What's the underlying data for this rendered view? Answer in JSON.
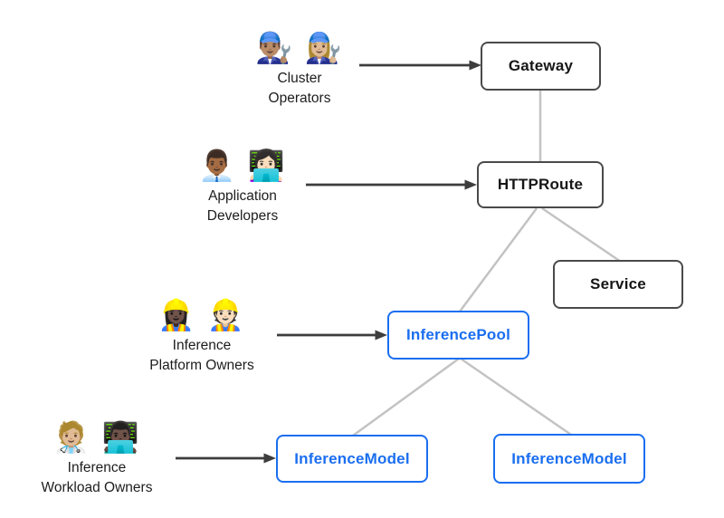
{
  "personas": [
    {
      "id": "cluster-operators",
      "emojis": "👨🏽‍🔧 👩🏼‍🔧",
      "lines": [
        "Cluster",
        "Operators"
      ]
    },
    {
      "id": "application-developers",
      "emojis": "👨🏾‍💼 👩🏻‍💻",
      "lines": [
        "Application",
        "Developers"
      ]
    },
    {
      "id": "inference-platform-owners",
      "emojis": "👷🏿‍♀️ 👷🏻",
      "lines": [
        "Inference",
        "Platform Owners"
      ]
    },
    {
      "id": "inference-workload-owners",
      "emojis": "🧑🏼‍⚕️ 👨🏿‍💻",
      "lines": [
        "Inference",
        "Workload Owners"
      ]
    }
  ],
  "nodes": {
    "gateway": {
      "label": "Gateway"
    },
    "httproute": {
      "label": "HTTPRoute"
    },
    "service": {
      "label": "Service"
    },
    "inference_pool": {
      "label": "InferencePool"
    },
    "inference_model_left": {
      "label": "InferenceModel"
    },
    "inference_model_right": {
      "label": "InferenceModel"
    }
  },
  "colors": {
    "standard_node_border": "#4a4a4a",
    "standard_node_text": "#161616",
    "extension_node_border": "#1a6ef0",
    "extension_node_text": "#1a6ef0",
    "connector": "#c3c3c3",
    "arrow": "#3d3d3d",
    "background": "#ffffff"
  }
}
